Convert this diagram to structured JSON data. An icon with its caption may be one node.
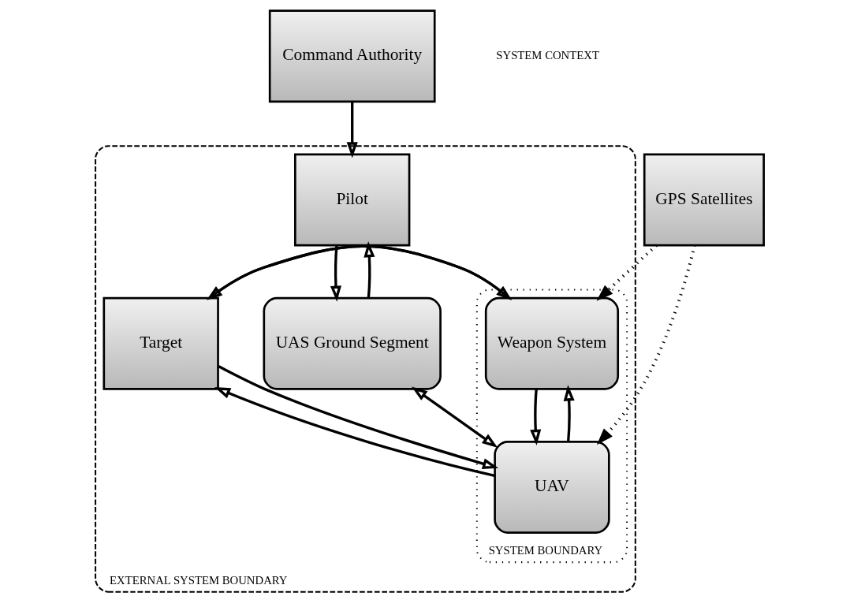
{
  "diagram": {
    "nodes": [
      {
        "text": [
          "EXTERNAL SYSTEM BOUNDARY"
        ]
      },
      {
        "text": [
          "Command Authority"
        ]
      },
      {
        "text": [
          "Pilot"
        ],
        "in": 0
      },
      {
        "text": [
          "SYSTEM BOUNDARY"
        ],
        "in": 0
      },
      {
        "text": [
          "Weapon System"
        ],
        "in": 3
      },
      {
        "text": [
          "Target"
        ],
        "in": 0
      },
      {
        "text": [
          "UAS Ground Segment"
        ],
        "in": 0
      },
      {
        "text": [
          "UAV"
        ],
        "in": 3
      },
      {
        "text": [
          "GPS Satellites"
        ]
      }
    ],
    "edges": [
      {
        "from": 1,
        "to": 2,
        "arrow": "to"
      },
      {
        "from": 4,
        "to": 5,
        "arrow": "to"
      },
      {
        "from": 5,
        "to": 4,
        "arrow": "to"
      },
      {
        "from": 2,
        "to": 6,
        "arrow": "to"
      },
      {
        "from": 6,
        "to": 2,
        "arrow": "to"
      },
      {
        "from": 4,
        "to": 7,
        "arrow": "to"
      },
      {
        "from": 7,
        "to": 4,
        "arrow": "to"
      },
      {
        "from": 5,
        "to": 7,
        "arrow": "to"
      },
      {
        "from": 7,
        "to": 5,
        "arrow": "to"
      },
      {
        "from": 6,
        "to": 7,
        "arrow": "both"
      },
      {
        "from": 8,
        "to": 4,
        "arrow": "to",
        "style": "dashed"
      },
      {
        "from": 8,
        "to": 7,
        "arrow": "to",
        "style": "dashed"
      }
    ],
    "labels": [
      "SYSTEM CONTEXT"
    ]
  }
}
